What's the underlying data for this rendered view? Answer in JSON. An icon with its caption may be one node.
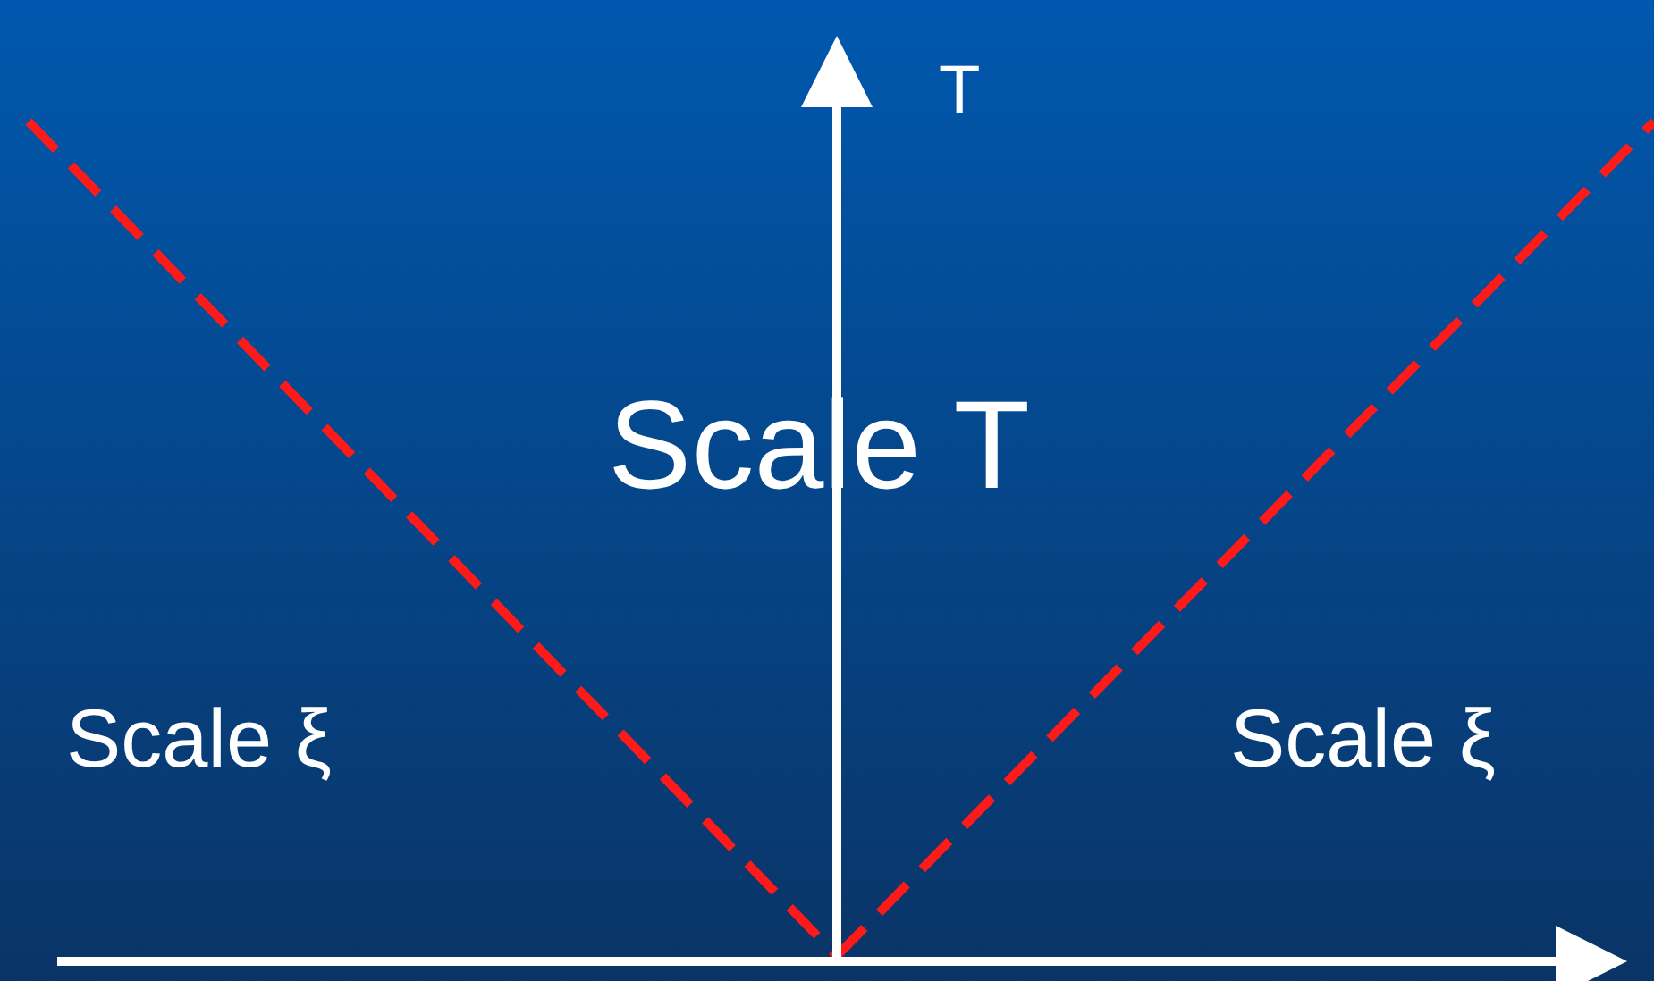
{
  "diagram": {
    "labels": [
      "T",
      "Scale T",
      "Scale ξ",
      "Scale ξ"
    ]
  }
}
